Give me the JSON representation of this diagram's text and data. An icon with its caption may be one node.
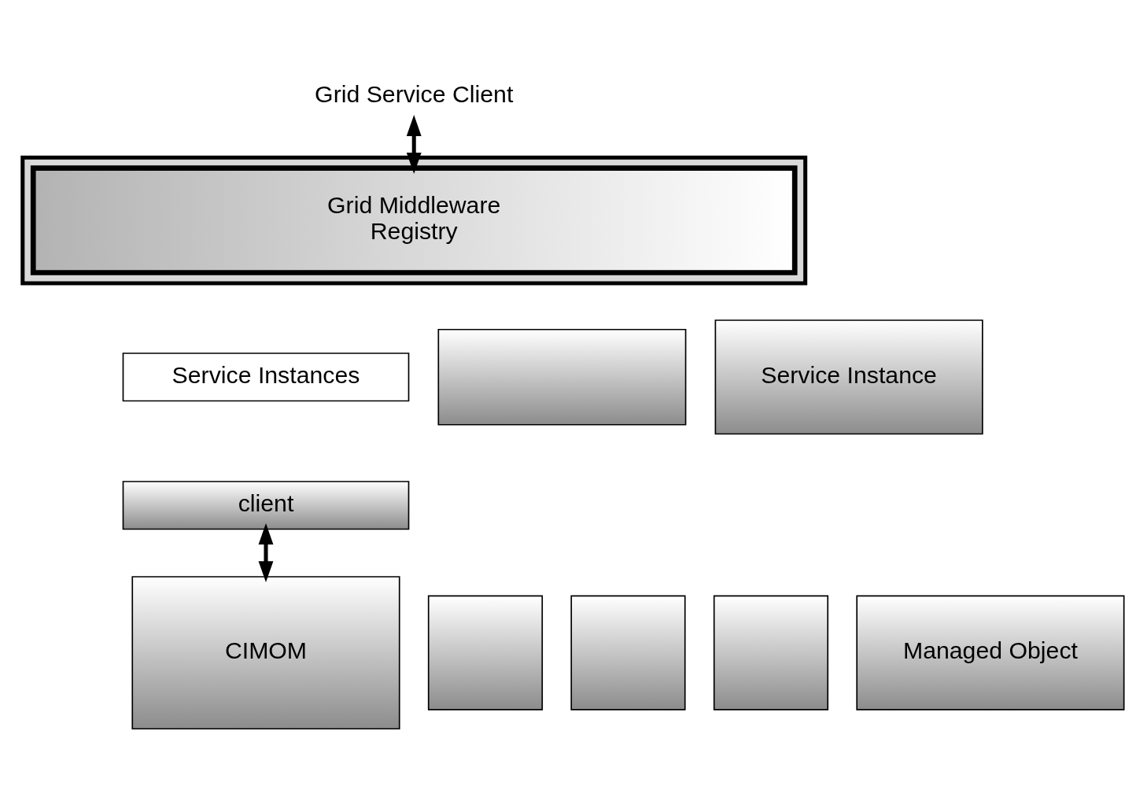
{
  "diagram": {
    "nodes": [
      {
        "text": [],
        "shape": "box"
      },
      {
        "text": [
          "Grid Service Client"
        ]
      },
      {
        "text": [
          "Grid Middleware",
          "Registry"
        ],
        "in": 0
      },
      {
        "text": [
          "Service Instances"
        ]
      },
      {
        "text": [
          "client"
        ]
      },
      {
        "text": [],
        "shape": "box"
      },
      {
        "text": [
          "Service Instance"
        ]
      },
      {
        "text": [
          "CIMOM"
        ]
      },
      {
        "text": [],
        "shape": "box"
      },
      {
        "text": [],
        "shape": "box"
      },
      {
        "text": [],
        "shape": "box"
      },
      {
        "text": [
          "Managed Object"
        ]
      }
    ],
    "edges": [
      {
        "from": 1,
        "to": 2,
        "arrow": "both"
      },
      {
        "from": 4,
        "to": 7,
        "arrow": "both"
      }
    ]
  }
}
